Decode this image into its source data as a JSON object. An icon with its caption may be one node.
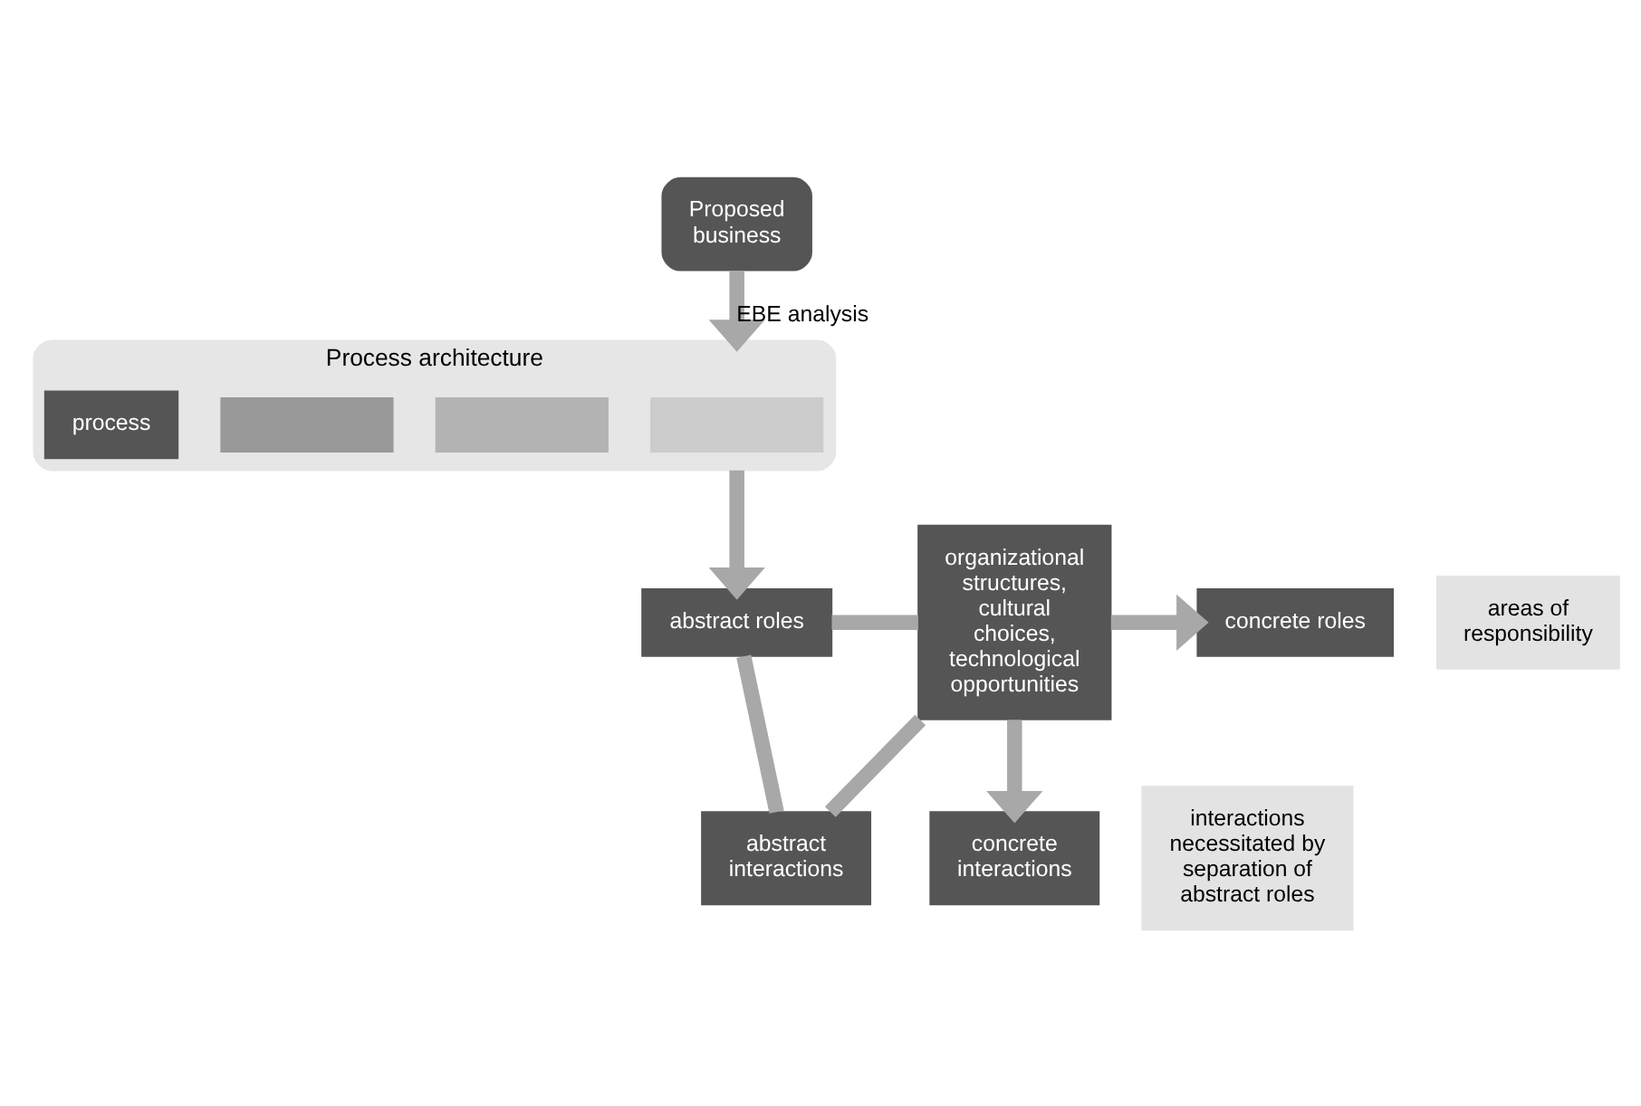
{
  "diagram": {
    "nodes": [
      {
        "text": [
          "Proposed business"
        ]
      },
      {
        "text": [
          "Process architecture"
        ]
      },
      {
        "text": [],
        "shape": "box",
        "in": 1
      },
      {
        "text": [],
        "shape": "box",
        "in": 1
      },
      {
        "text": [],
        "shape": "box",
        "in": 1
      },
      {
        "text": [
          "process"
        ],
        "in": 1
      },
      {
        "text": [
          "abstract roles"
        ]
      },
      {
        "text": [
          "areas of responsibility"
        ]
      },
      {
        "text": [
          "abstract interactions"
        ]
      },
      {
        "text": [
          "interactions necessitated by separation of abstract roles"
        ]
      },
      {
        "text": [
          "organizational structures, cultural choices, technological opportunities"
        ]
      },
      {
        "text": [
          "concrete roles"
        ]
      },
      {
        "text": [
          "concrete interactions"
        ]
      }
    ],
    "edges": [
      {
        "from": 0,
        "to": 1,
        "arrow": "to",
        "label": "EBE analysis"
      },
      {
        "from": 1,
        "to": 6,
        "arrow": "to"
      },
      {
        "from": 6,
        "to": 8,
        "arrow": "none"
      },
      {
        "from": 6,
        "to": 10,
        "arrow": "none"
      },
      {
        "from": 8,
        "to": 10,
        "arrow": "none"
      },
      {
        "from": 10,
        "to": 11,
        "arrow": "to"
      },
      {
        "from": 10,
        "to": 12,
        "arrow": "to"
      }
    ]
  }
}
